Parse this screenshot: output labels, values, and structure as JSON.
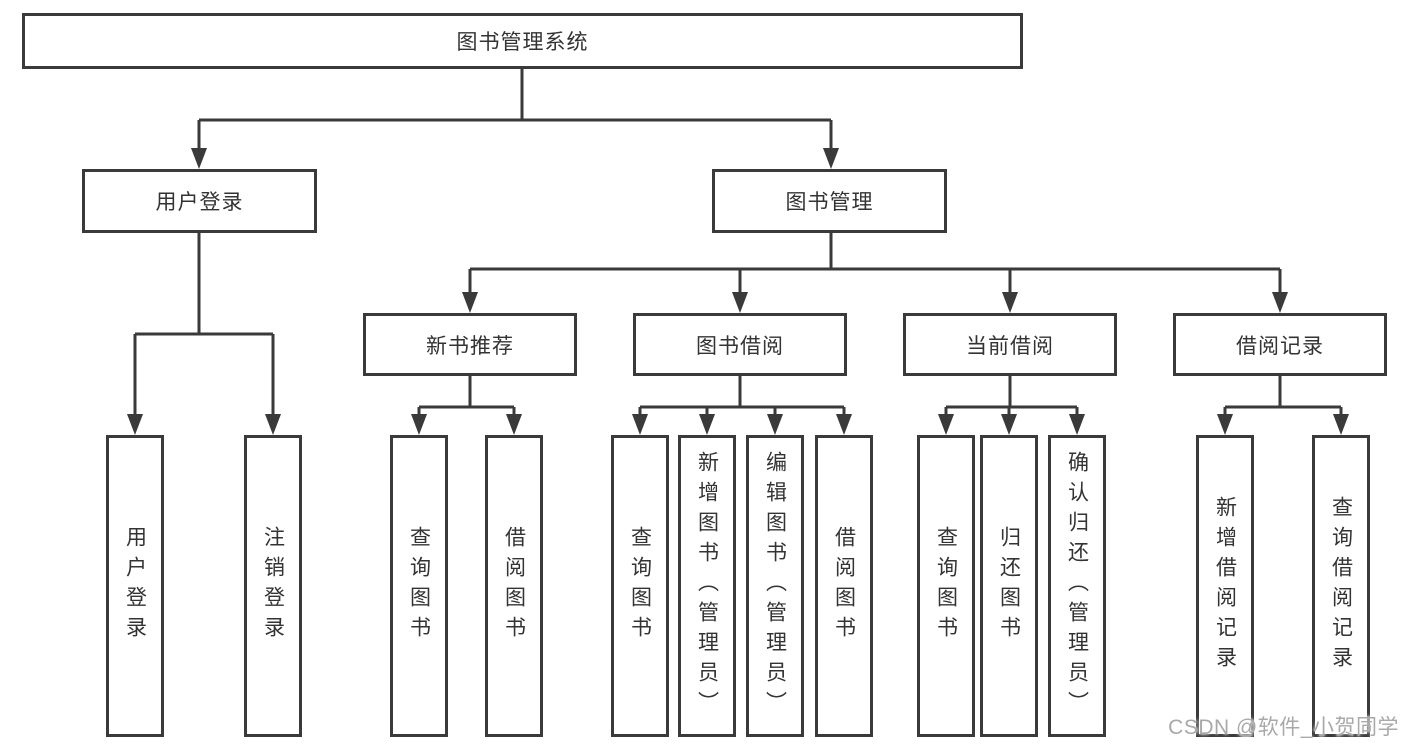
{
  "diagram": {
    "root": {
      "label": "图书管理系统"
    },
    "level2": [
      {
        "label": "用户登录"
      },
      {
        "label": "图书管理"
      }
    ],
    "level3": [
      {
        "label": "新书推荐"
      },
      {
        "label": "图书借阅"
      },
      {
        "label": "当前借阅"
      },
      {
        "label": "借阅记录"
      }
    ],
    "leaves": {
      "login": [
        "用户登录",
        "注销登录"
      ],
      "recommend": [
        "查询图书",
        "借阅图书"
      ],
      "borrow": [
        "查询图书",
        "新增图书（管理员）",
        "编辑图书（管理员）",
        "借阅图书"
      ],
      "current": [
        "查询图书",
        "归还图书",
        "确认归还（管理员）"
      ],
      "records": [
        "新增借阅记录",
        "查询借阅记录"
      ]
    }
  },
  "watermark": {
    "text": "CSDN @软件_小贺同学"
  },
  "colors": {
    "line": "#3a3a3a",
    "text": "#333333",
    "watermark": "#a9a9a9"
  }
}
